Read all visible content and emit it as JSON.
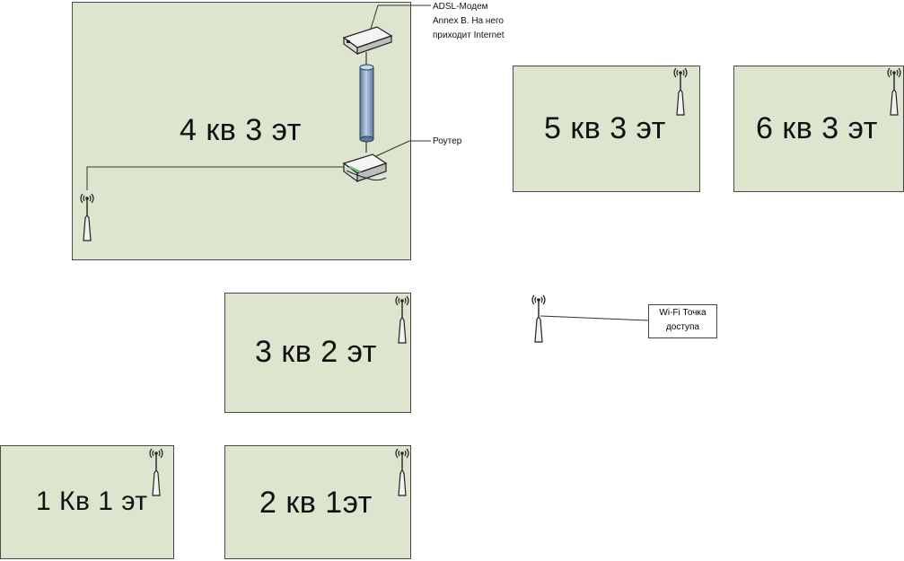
{
  "rooms": {
    "r4": "4 кв 3 эт",
    "r5": "5 кв 3 эт",
    "r6": "6 кв 3 эт",
    "r3": "3 кв 2 эт",
    "r1": "1 Кв 1 эт",
    "r2": "2 кв 1эт"
  },
  "labels": {
    "modem_line1": "ADSL-Модем",
    "modem_line2": "Annex B. На него",
    "modem_line3": "приходит Internet",
    "router": "Роутер",
    "wifi_line1": "Wi-Fi Точка",
    "wifi_line2": "доступа"
  },
  "colors": {
    "room_fill": "#dde5cf",
    "cable_fill": "#8fa8c8"
  }
}
